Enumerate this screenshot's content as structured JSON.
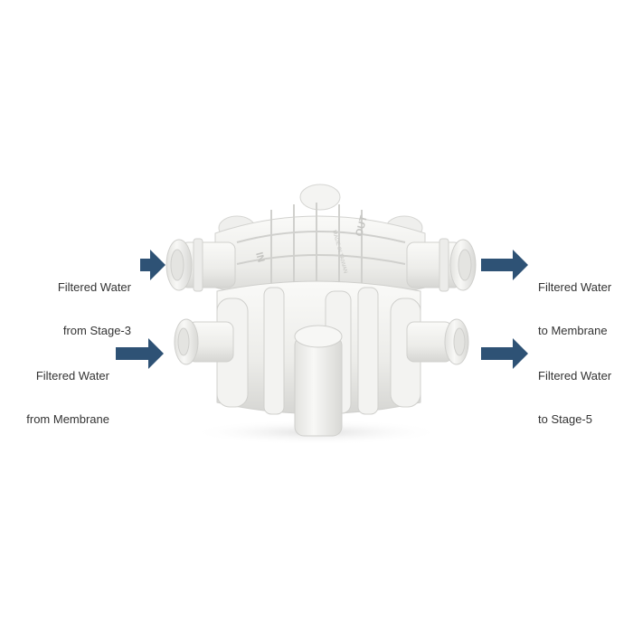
{
  "labels": {
    "in_top": [
      "Filtered Water",
      "from Stage-3"
    ],
    "out_top": [
      "Filtered Water",
      "to Membrane"
    ],
    "in_bottom": [
      "Filtered Water",
      "from Membrane"
    ],
    "out_bottom": [
      "Filtered Water",
      "to Stage-5"
    ]
  },
  "body_marks": {
    "in": "IN",
    "out": "OUT",
    "made_in": "MADE IN TAIWAN"
  },
  "colors": {
    "arrow": "#2e5275",
    "plastic": "#f1f1ef",
    "plastic_shadow": "#d4d4d2",
    "text": "#333333"
  },
  "icons": [
    "arrow-right-icon",
    "shutoff-valve-image"
  ]
}
